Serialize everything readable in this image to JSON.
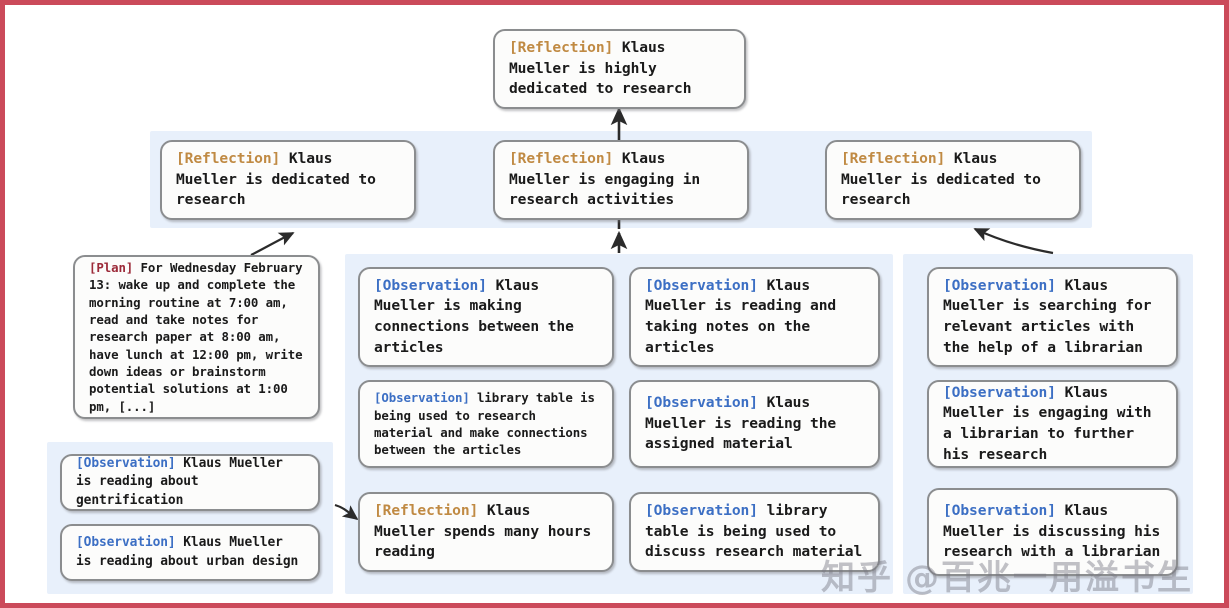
{
  "colors": {
    "frame_border": "#cb4a5a",
    "panel_bg": "#e8f0fb",
    "node_bg": "#fcfcfb",
    "node_border": "#8b8d8f",
    "tag_reflection": "#c08a43",
    "tag_observation": "#3c6fc4",
    "tag_plan": "#9c2a39"
  },
  "tags": {
    "reflection": "[Reflection]",
    "observation": "[Observation]",
    "plan": "[Plan]"
  },
  "nodes": {
    "top_reflection": {
      "tag": "[Reflection]",
      "text": " Klaus Mueller is highly dedicated to research"
    },
    "row2": [
      {
        "tag": "[Reflection]",
        "text": " Klaus Mueller is dedicated to research"
      },
      {
        "tag": "[Reflection]",
        "text": " Klaus Mueller is engaging in research activities"
      },
      {
        "tag": "[Reflection]",
        "text": " Klaus Mueller is dedicated to research"
      }
    ],
    "plan": {
      "tag": "[Plan]",
      "text": " For Wednesday February 13: wake up and complete the morning routine at 7:00 am, read and take notes for research paper at 8:00 am, have lunch at 12:00 pm, write down ideas or brainstorm potential solutions at 1:00 pm, [...]"
    },
    "left_observations": [
      {
        "tag": "[Observation]",
        "text": " Klaus Mueller is reading about gentrification"
      },
      {
        "tag": "[Observation]",
        "text": " Klaus Mueller is reading about urban design"
      }
    ],
    "column_b": [
      {
        "tag": "[Observation]",
        "text": " Klaus Mueller is making connections between the articles"
      },
      {
        "tag": "[Observation]",
        "text": " library table is being used to research material and make connections between the articles"
      },
      {
        "tag": "[Reflection]",
        "text": " Klaus Mueller spends many hours reading"
      }
    ],
    "column_c": [
      {
        "tag": "[Observation]",
        "text": " Klaus Mueller is reading and taking notes on the articles"
      },
      {
        "tag": "[Observation]",
        "text": " Klaus Mueller is reading the assigned material"
      },
      {
        "tag": "[Observation]",
        "text": " library table is being used to discuss research material"
      }
    ],
    "column_d": [
      {
        "tag": "[Observation]",
        "text": " Klaus Mueller is searching for relevant articles with the help of a librarian"
      },
      {
        "tag": "[Observation]",
        "text": " Klaus Mueller is engaging with a librarian to further his research"
      },
      {
        "tag": "[Observation]",
        "text": " Klaus Mueller is discussing his research with a librarian"
      }
    ]
  },
  "watermark": {
    "logo": "知乎",
    "handle": "@百兆一用溢书生"
  }
}
